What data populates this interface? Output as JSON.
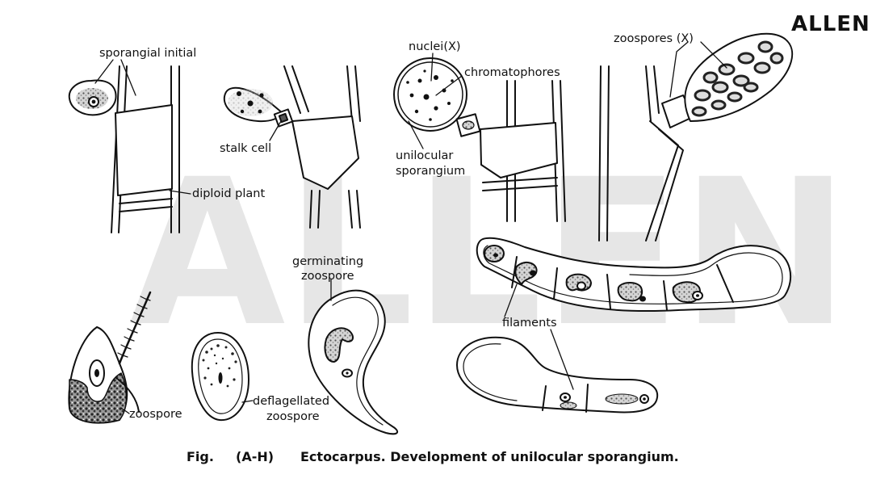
{
  "brand": "ALLEN",
  "watermark": "ALLEN",
  "labels": {
    "sporangial_initial": "sporangial initial",
    "stalk_cell": "stalk cell",
    "diploid_plant": "diploid plant",
    "nuclei": "nuclei(X)",
    "chromatophores": "chromatophores",
    "unilocular_line1": "unilocular",
    "unilocular_line2": "sporangium",
    "zoospores_x": "zoospores (X)",
    "germinating_line1": "germinating",
    "germinating_line2": "zoospore",
    "filaments": "filaments",
    "zoospore": "zoospore",
    "deflagellated_line1": "deflagellated",
    "deflagellated_line2": "zoospore"
  },
  "caption": {
    "fig": "Fig.",
    "range": "(A-H)",
    "text": "Ectocarpus. Development of unilocular sporangium."
  }
}
